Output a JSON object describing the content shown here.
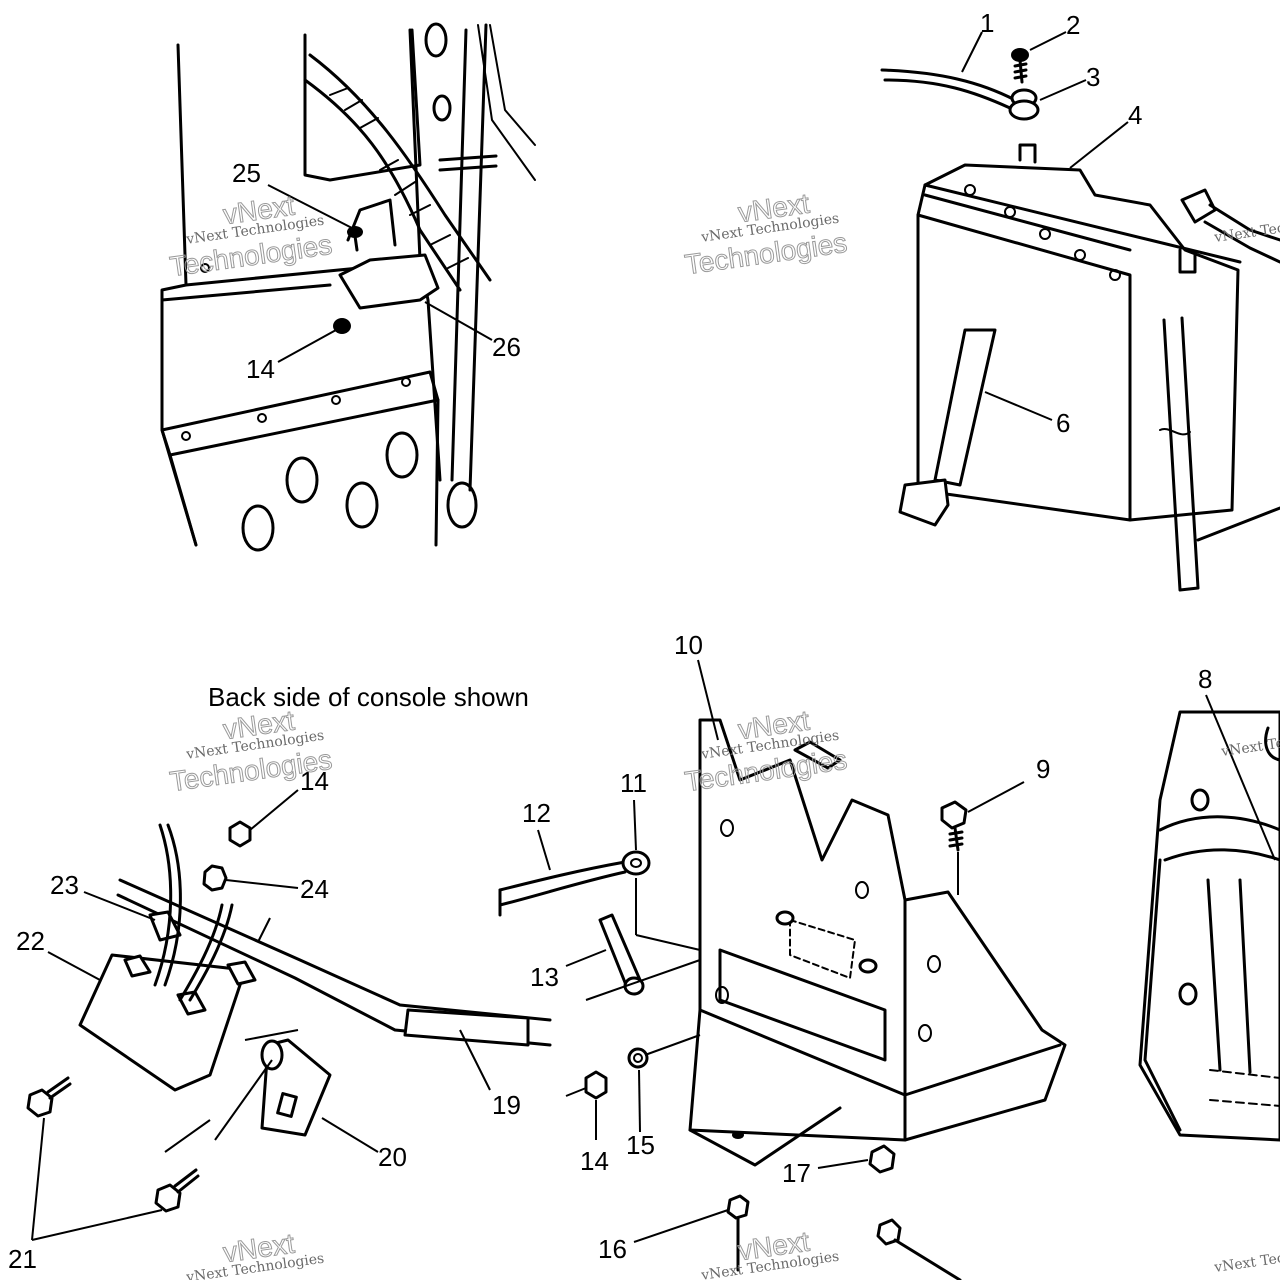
{
  "caption": "Back side of console shown",
  "watermark": {
    "line1": "vNext Technologies",
    "line2": "vNext",
    "line3": "Technologies"
  },
  "callouts": {
    "c1": "1",
    "c2": "2",
    "c3": "3",
    "c4": "4",
    "c6": "6",
    "c8": "8",
    "c9": "9",
    "c10": "10",
    "c11": "11",
    "c12": "12",
    "c13": "13",
    "c14a": "14",
    "c14b": "14",
    "c14c": "14",
    "c15": "15",
    "c16": "16",
    "c17": "17",
    "c19": "19",
    "c20": "20",
    "c21": "21",
    "c22": "22",
    "c23": "23",
    "c24": "24",
    "c25": "25",
    "c26": "26"
  }
}
